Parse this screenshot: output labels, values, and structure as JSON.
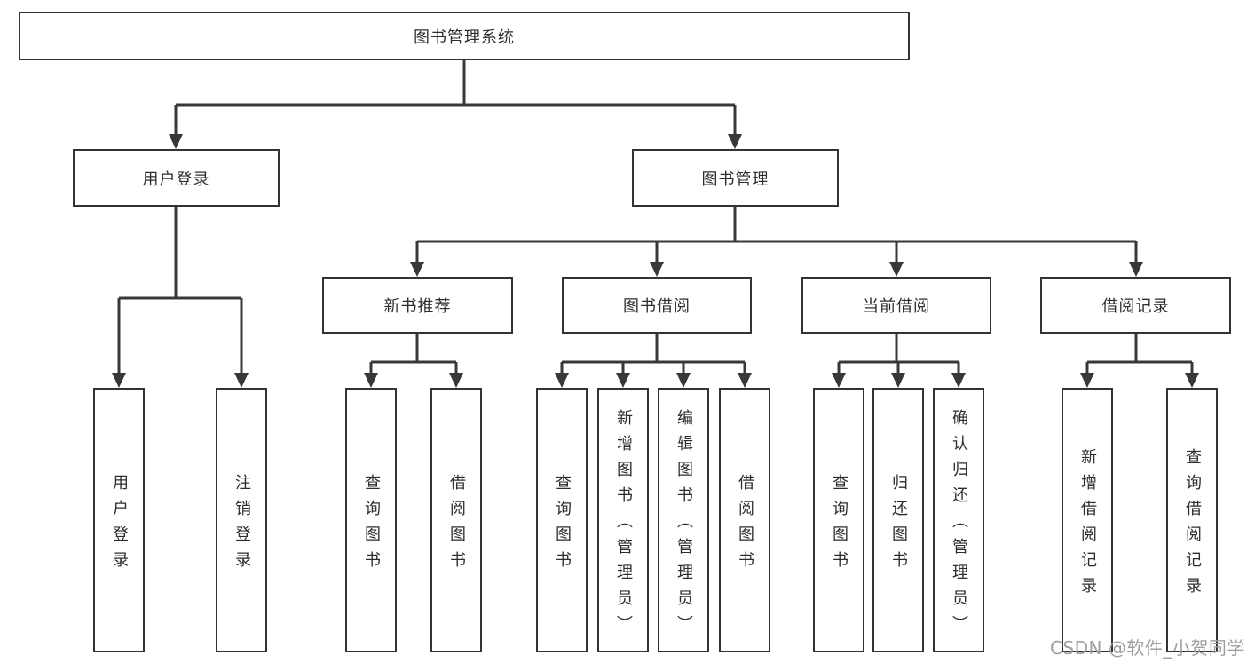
{
  "diagram": {
    "root": {
      "label": "图书管理系统",
      "children": [
        {
          "label": "用户登录",
          "children": [
            {
              "label": "用户登录"
            },
            {
              "label": "注销登录"
            }
          ]
        },
        {
          "label": "图书管理",
          "children": [
            {
              "label": "新书推荐",
              "children": [
                {
                  "label": "查询图书"
                },
                {
                  "label": "借阅图书"
                }
              ]
            },
            {
              "label": "图书借阅",
              "children": [
                {
                  "label": "查询图书"
                },
                {
                  "label": "新增图书（管理员）"
                },
                {
                  "label": "编辑图书（管理员）"
                },
                {
                  "label": "借阅图书"
                }
              ]
            },
            {
              "label": "当前借阅",
              "children": [
                {
                  "label": "查询图书"
                },
                {
                  "label": "归还图书"
                },
                {
                  "label": "确认归还（管理员）"
                }
              ]
            },
            {
              "label": "借阅记录",
              "children": [
                {
                  "label": "新增借阅记录"
                },
                {
                  "label": "查询借阅记录"
                }
              ]
            }
          ]
        }
      ]
    },
    "colors": {
      "line": "#383838",
      "text": "#2d2d2d",
      "watermark": "#9e9e9e"
    },
    "watermark": {
      "text": "CSDN @软件_小贺同学"
    }
  }
}
